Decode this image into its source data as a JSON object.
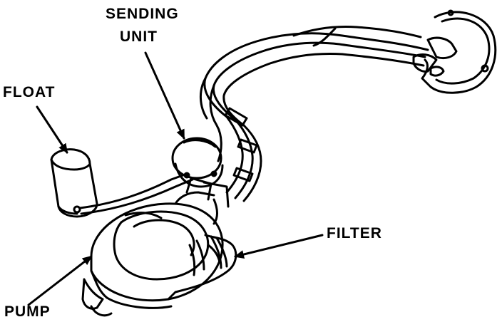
{
  "labels": {
    "sending_unit_line1": "SENDING",
    "sending_unit_line2": "UNIT",
    "float": "FLOAT",
    "filter": "FILTER",
    "pump": "PUMP"
  },
  "colors": {
    "ink": "#000000",
    "paper": "#ffffff"
  }
}
